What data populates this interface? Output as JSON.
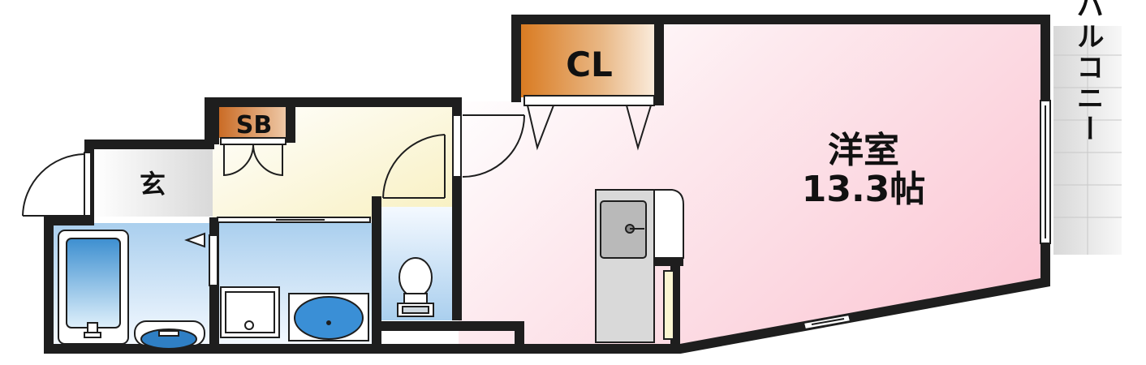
{
  "rooms": {
    "western_room": {
      "name": "洋室",
      "size": "13.3帖"
    },
    "closet": {
      "label": "CL"
    },
    "shoe_box": {
      "label": "SB"
    },
    "entrance": {
      "label": "玄"
    },
    "balcony": {
      "label": "バルコニー"
    }
  },
  "colors": {
    "wall": "#1e1e1e",
    "western_room_fill": "#fbd2dc",
    "closet_fill": "#d9822b",
    "shoe_box_fill": "#c86a23",
    "hall_fill": "#fbf6d2",
    "wet_area_fill": "#b8d7ef",
    "entrance_fill": "#e4e4e4",
    "balcony_fill": "#ececec"
  }
}
